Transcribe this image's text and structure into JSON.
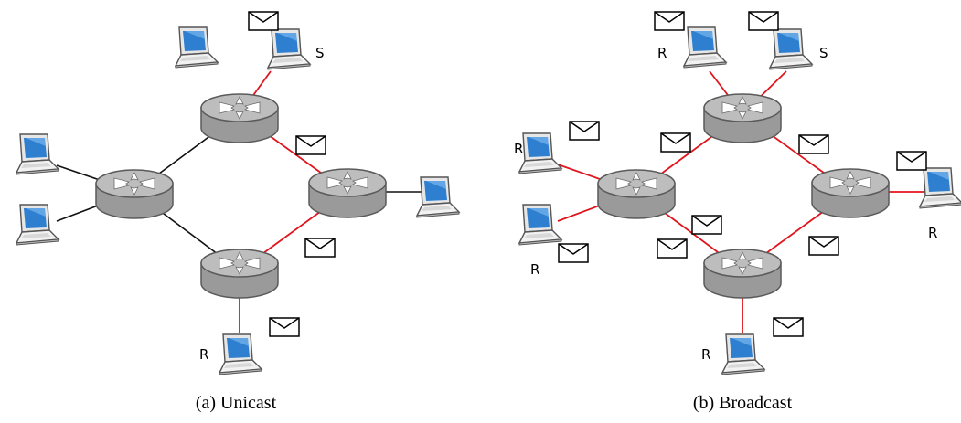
{
  "colors": {
    "active_link": "#e0141c",
    "idle_link": "#111111",
    "router_body": "#9a9a9a",
    "router_top": "#bdbdbd",
    "screen": "#2f7fd0"
  },
  "icons": {
    "router": "router-icon",
    "laptop": "laptop-icon",
    "message": "envelope-icon"
  },
  "unicast": {
    "caption": "(a) Unicast",
    "sender_label": "S",
    "receiver_label": "R"
  },
  "broadcast": {
    "caption": "(b) Broadcast",
    "sender_label": "S",
    "receiver_labels": [
      "R",
      "R",
      "R",
      "R",
      "R"
    ]
  }
}
